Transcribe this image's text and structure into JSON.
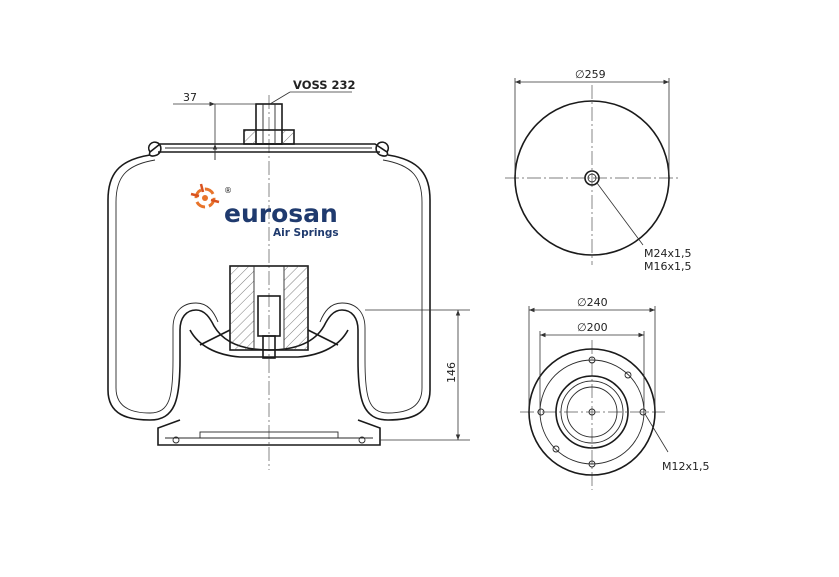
{
  "brand": {
    "name": "eurosan",
    "subtitle": "Air Springs",
    "registered_mark": "®",
    "text_color": "#1f3a6e",
    "accent_color": "#e8742a"
  },
  "side_view": {
    "valve_label": "VOSS 232",
    "offset_dimension": "37",
    "height_dimension": "146"
  },
  "top_view": {
    "diameter_label": "∅259",
    "thread_labels": [
      "M24x1,5",
      "M16x1,5"
    ]
  },
  "bottom_view": {
    "outer_diameter_label": "∅240",
    "inner_diameter_label": "∅200",
    "thread_label": "M12x1,5"
  }
}
